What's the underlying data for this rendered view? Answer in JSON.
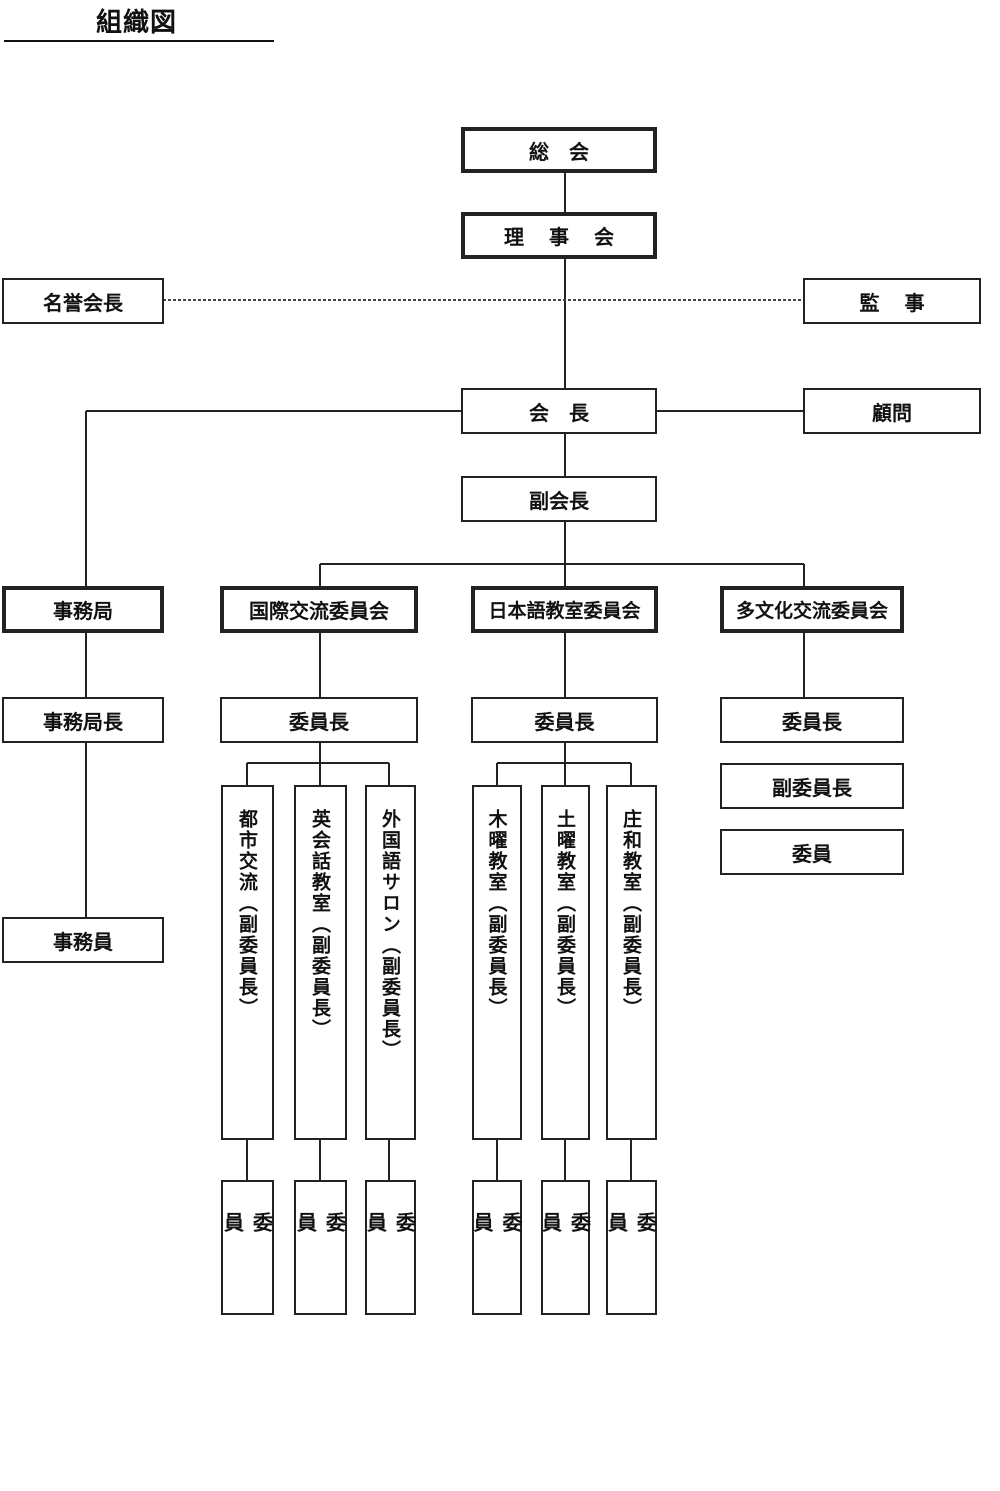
{
  "title": "組織図",
  "nodes": {
    "sokai": "総　会",
    "rijikai": "理 事 会",
    "meiyo_kaicho": "名誉会長",
    "kanji": "監 事",
    "kaicho": "会　長",
    "komon": "顧問",
    "fuku_kaicho": "副会長",
    "jimukyoku": "事務局",
    "jimukyoku_cho": "事務局長",
    "jimuin": "事務員",
    "kokusai": "国際交流委員会",
    "nihongo": "日本語教室委員会",
    "tabunka": "多文化交流委員会",
    "kokusai_chair": "委員長",
    "nihongo_chair": "委員長",
    "tabunka_chair": "委員長",
    "tabunka_vice": "副委員長",
    "tabunka_member": "委員",
    "toshi": "都市交流（副委員長）",
    "eikaiwa": "英会話教室（副委員長）",
    "gaikokugo": "外国語サロン（副委員長）",
    "mokuyo": "木曜教室（副委員長）",
    "doyo": "土曜教室（副委員長）",
    "showa": "庄和教室（副委員長）",
    "member": "委員"
  }
}
